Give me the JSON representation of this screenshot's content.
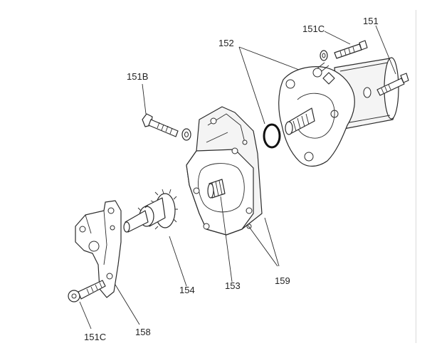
{
  "callouts": {
    "p151": "151",
    "p151c_top": "151C",
    "p152": "152",
    "p151b": "151B",
    "p153": "153",
    "p154": "154",
    "p159": "159",
    "p151c_bottom": "151C",
    "p158": "158"
  }
}
